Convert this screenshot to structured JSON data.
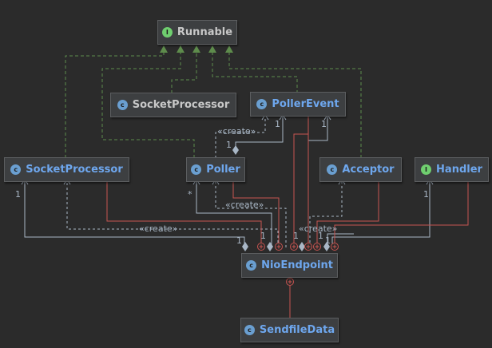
{
  "colors": {
    "background": "#2b2b2b",
    "node_fill": "#3d3f41",
    "node_border": "#5c5e60",
    "class_badge": "#6a9fd1",
    "interface_badge": "#6fcf6f",
    "realization_line": "#5e8c4c",
    "dependency_line": "#a9b7c6",
    "association_line": "#a9b7c6",
    "inner_class_line": "#c75450",
    "text_interface": "#c8c8c8",
    "text_class": "#6ea7ee",
    "text_white_class": "#c8c8c8"
  },
  "nodes": {
    "runnable": {
      "label": "Runnable",
      "kind": "interface"
    },
    "socketprocessor_top": {
      "label": "SocketProcessor",
      "kind": "class"
    },
    "pollerevent": {
      "label": "PollerEvent",
      "kind": "class"
    },
    "socketprocessor": {
      "label": "SocketProcessor",
      "kind": "class"
    },
    "poller": {
      "label": "Poller",
      "kind": "class"
    },
    "acceptor": {
      "label": "Acceptor",
      "kind": "class"
    },
    "handler": {
      "label": "Handler",
      "kind": "interface"
    },
    "nioendpoint": {
      "label": "NioEndpoint",
      "kind": "class"
    },
    "sendfiledata": {
      "label": "SendfileData",
      "kind": "class"
    }
  },
  "labels": {
    "create_pollerevent": "«create»",
    "create_poller": "«create»",
    "create_socketprocessor": "«create»",
    "create_acceptor": "«create»",
    "mult_poller_pollerevent": "1",
    "mult_socketprocessor": "1",
    "mult_poller": "*",
    "mult_handler": "1",
    "mult_nio_socketprocessor": "1",
    "mult_nio_pollerevent": "1",
    "mult_nio_acceptor": "1",
    "mult_nio_left": "1",
    "mult_nio_right": "1",
    "mult_pollerevent_up": "1",
    "mult_pollerevent_right": "1"
  },
  "icons": {
    "interface": "I",
    "class": "c",
    "inner": "+"
  }
}
